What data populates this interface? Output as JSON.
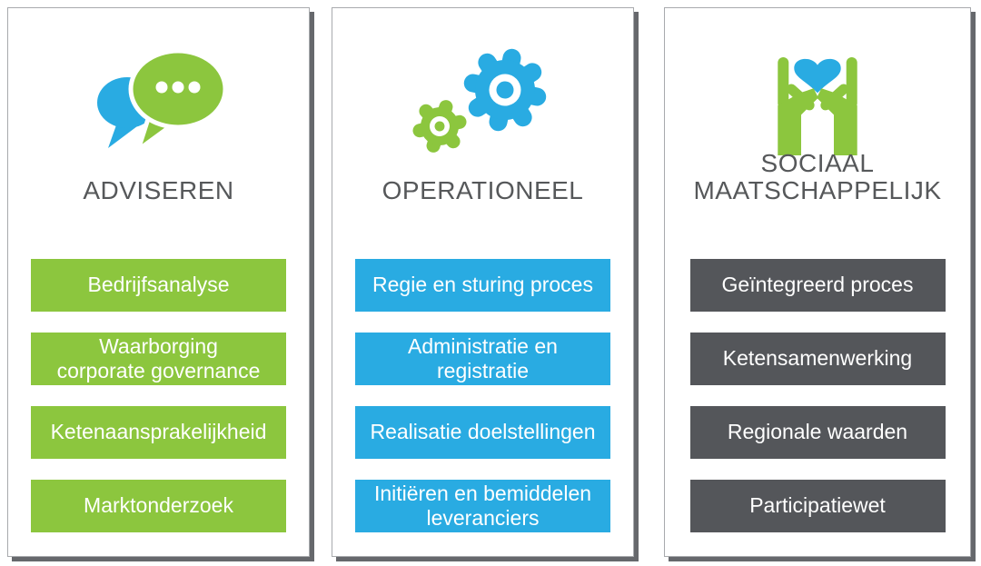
{
  "figure": {
    "columns": [
      {
        "title": "ADVISEREN",
        "icon": "speech-bubbles-icon",
        "accent_color": "#8CC63E",
        "items": [
          "Bedrijfsanalyse",
          "Waarborging\ncorporate governance",
          "Ketenaansprakelijkheid",
          "Marktonderzoek"
        ]
      },
      {
        "title": "OPERATIONEEL",
        "icon": "gears-icon",
        "accent_color": "#29ABE2",
        "items": [
          "Regie en sturing proces",
          "Administratie en\nregistratie",
          "Realisatie doelstellingen",
          "Initiëren en bemiddelen\nleveranciers"
        ]
      },
      {
        "title": "SOCIAAL\nMAATSCHAPPELIJK",
        "icon": "hands-heart-icon",
        "accent_color": "#54565A",
        "items": [
          "Geïntegreerd proces",
          "Ketensamenwerking",
          "Regionale waarden",
          "Participatiewet"
        ]
      }
    ],
    "colors": {
      "green": "#8CC63E",
      "blue": "#29ABE2",
      "dark_gray": "#54565A",
      "title_text": "#56585A",
      "item_text": "#FFFFFF",
      "card_border": "#A8AAAD",
      "card_shadow": "#66686C",
      "background": "#FFFFFF"
    }
  }
}
